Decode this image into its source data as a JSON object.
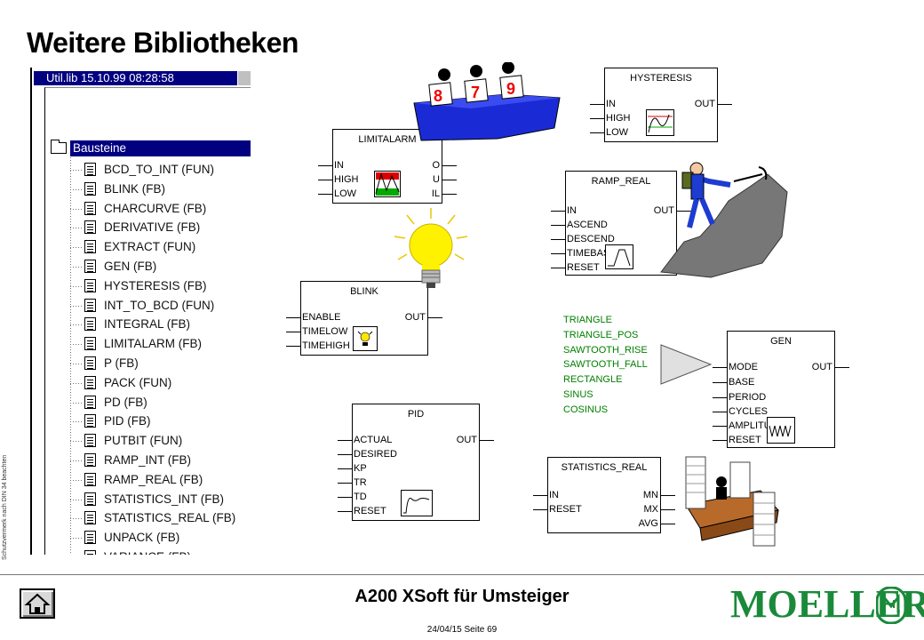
{
  "title": "Weitere Bibliotheken",
  "copyright": "Schutzvermerk nach DIN 34 beachten",
  "tree": {
    "window_title": "Util.lib 15.10.99 08:28:58",
    "root_label": "Bausteine",
    "items": [
      "BCD_TO_INT (FUN)",
      "BLINK (FB)",
      "CHARCURVE (FB)",
      "DERIVATIVE (FB)",
      "EXTRACT (FUN)",
      "GEN (FB)",
      "HYSTERESIS (FB)",
      "INT_TO_BCD (FUN)",
      "INTEGRAL (FB)",
      "LIMITALARM (FB)",
      "P (FB)",
      "PACK (FUN)",
      "PD (FB)",
      "PID (FB)",
      "PUTBIT (FUN)",
      "RAMP_INT (FB)",
      "RAMP_REAL (FB)",
      "STATISTICS_INT (FB)",
      "STATISTICS_REAL (FB)",
      "UNPACK (FB)",
      "VARIANCE (FB)"
    ]
  },
  "blocks": {
    "limitalarm": {
      "name": "LIMITALARM",
      "inputs": [
        "IN",
        "HIGH",
        "LOW"
      ],
      "outputs": [
        "O",
        "U",
        "IL"
      ]
    },
    "hysteresis": {
      "name": "HYSTERESIS",
      "inputs": [
        "IN",
        "HIGH",
        "LOW"
      ],
      "outputs": [
        "OUT"
      ]
    },
    "ramp_real": {
      "name": "RAMP_REAL",
      "inputs": [
        "IN",
        "ASCEND",
        "DESCEND",
        "TIMEBASE",
        "RESET"
      ],
      "outputs": [
        "OUT"
      ]
    },
    "blink": {
      "name": "BLINK",
      "inputs": [
        "ENABLE",
        "TIMELOW",
        "TIMEHIGH"
      ],
      "outputs": [
        "OUT"
      ]
    },
    "gen": {
      "name": "GEN",
      "inputs": [
        "MODE",
        "BASE",
        "PERIOD",
        "CYCLES",
        "AMPLITUDE",
        "RESET"
      ],
      "outputs": [
        "OUT"
      ]
    },
    "pid": {
      "name": "PID",
      "inputs": [
        "ACTUAL",
        "DESIRED",
        "KP",
        "TR",
        "TD",
        "RESET"
      ],
      "outputs": [
        "OUT"
      ]
    },
    "statistics_real": {
      "name": "STATISTICS_REAL",
      "inputs": [
        "IN",
        "RESET"
      ],
      "outputs": [
        "MN",
        "MX",
        "AVG"
      ]
    }
  },
  "signal_modes": [
    "TRIANGLE",
    "TRIANGLE_POS",
    "SAWTOOTH_RISE",
    "SAWTOOTH_FALL",
    "RECTANGLE",
    "SINUS",
    "COSINUS"
  ],
  "judges": {
    "scores": [
      "8",
      "7",
      "9"
    ]
  },
  "footer": {
    "title": "A200 XSoft für Umsteiger",
    "date_page": "24/04/15 Seite 69",
    "logo_text": "MOELLER"
  },
  "colors": {
    "accent": "#1a8a3a",
    "selection": "#000080",
    "signal_text": "#008000"
  }
}
